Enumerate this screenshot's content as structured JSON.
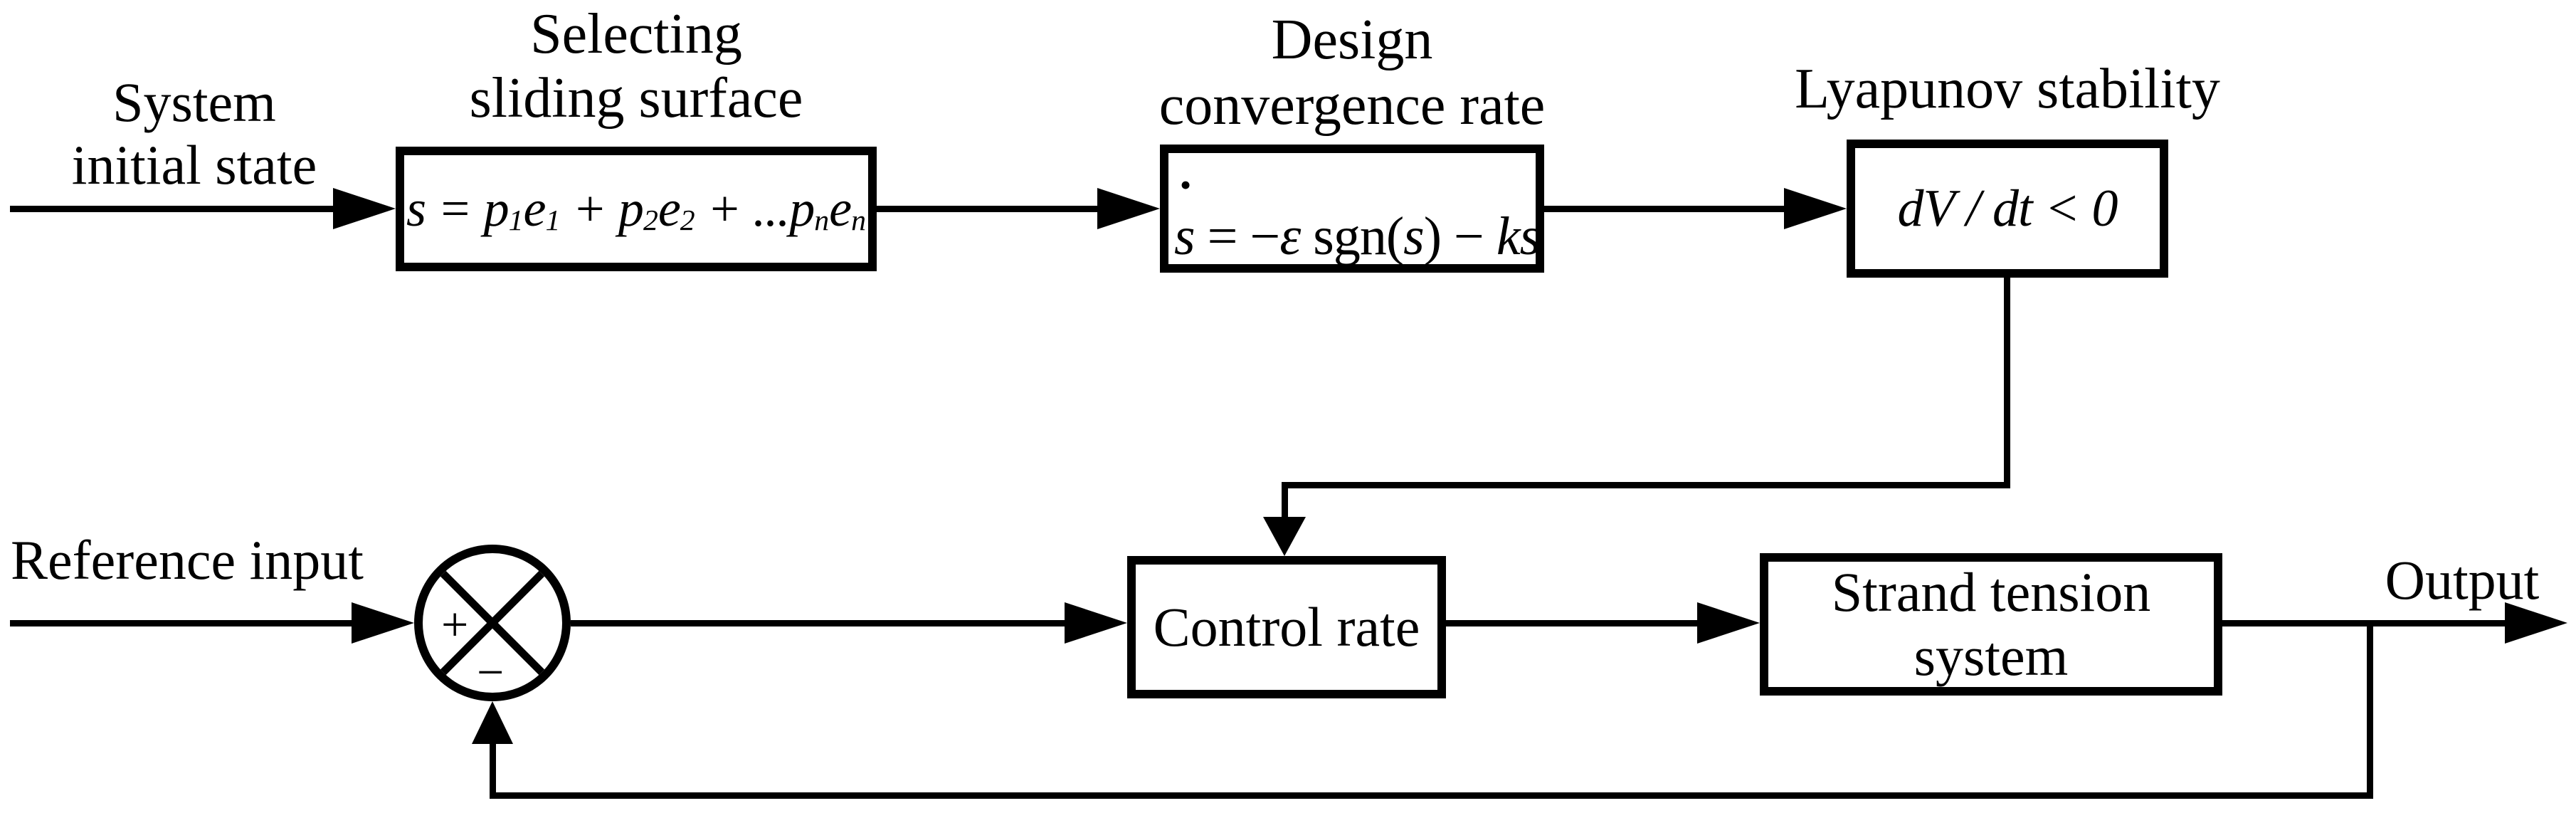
{
  "diagram": {
    "colors": {
      "ink": "#000000",
      "paper": "#ffffff"
    },
    "top_row": {
      "input_label": {
        "line1": "System",
        "line2": "initial state"
      },
      "sliding_surface": {
        "caption_line1": "Selecting",
        "caption_line2": "sliding surface",
        "formula_parts": [
          {
            "t": "s = p"
          },
          {
            "t": "1"
          },
          {
            "t": "e"
          },
          {
            "t": "1"
          },
          {
            "t": " + p"
          },
          {
            "t": "2"
          },
          {
            "t": "e"
          },
          {
            "t": "2"
          },
          {
            "t": " + ...p"
          },
          {
            "t": "n"
          },
          {
            "t": "e"
          },
          {
            "t": "n"
          }
        ]
      },
      "convergence": {
        "caption_line1": "Design",
        "caption_line2": "convergence rate",
        "dot": "•",
        "formula_parts": [
          {
            "t": "s"
          },
          {
            "t": " = −"
          },
          {
            "t": "ε"
          },
          {
            "t": " sgn("
          },
          {
            "t": "s"
          },
          {
            "t": ") − "
          },
          {
            "t": "ks"
          }
        ]
      },
      "lyapunov": {
        "caption": "Lyapunov stability",
        "formula": "dV / dt < 0"
      }
    },
    "bottom_row": {
      "reference_label": "Reference input",
      "summing_junction": {
        "plus": "+",
        "minus": "−"
      },
      "control_rate": {
        "label": "Control rate"
      },
      "strand_tension": {
        "label_line1": "Strand tension",
        "label_line2": "system"
      },
      "output_label": "Output"
    }
  }
}
